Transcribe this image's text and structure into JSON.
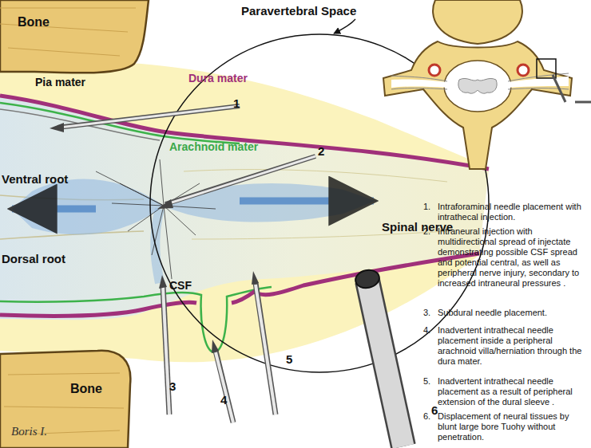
{
  "diagram": {
    "labels": [
      "Bone",
      "Paravertebral Space",
      "Pia mater",
      "Dura mater",
      "1",
      "Arachnoid mater",
      "2",
      "Ventral root",
      "Spinal nerve",
      "Dorsal root",
      "CSF",
      "3",
      "4",
      "5",
      "6",
      "Bone",
      "Boris I.",
      "1.",
      "Intraforaminal needle placement with intrathecal injection.",
      "2.",
      "Intraneural injection with multidirectional spread of injectate demonstrating possible CSF spread and potential central, as well as peripheral nerve injury, secondary to increased intraneural pressures .",
      "3.",
      "Subdural needle placement.",
      "4.",
      "Inadvertent intrathecal needle placement inside a peripheral arachnoid villa/herniation through the dura mater.",
      "5.",
      "Inadvertent intrathecal needle placement as a result of peripheral extension of the dural sleeve .",
      "6.",
      "Displacement of neural tissues by blunt large bore Tuohy without penetration."
    ]
  }
}
